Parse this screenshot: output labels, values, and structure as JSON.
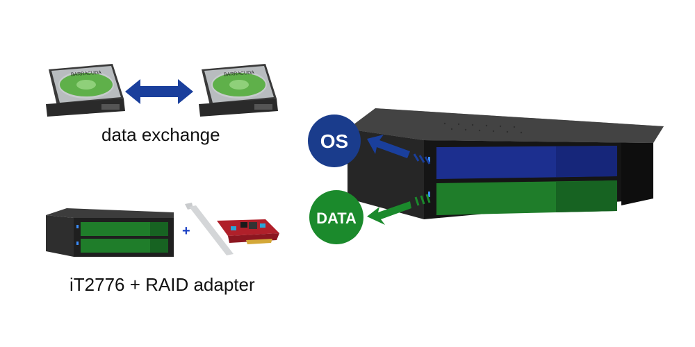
{
  "captions": {
    "data_exchange": "data exchange",
    "adapter_combo": "iT2776 + RAID adapter"
  },
  "plus_sign": "+",
  "badges": {
    "os": "OS",
    "data": "DATA"
  },
  "drive_label": "BARRACUDA",
  "colors": {
    "os_badge": "#1a3c8c",
    "data_badge": "#1b8a2c",
    "exchange_arrow": "#1a3f9c",
    "blue_tray": "#1c2f8f",
    "green_tray": "#1f7d2a",
    "enclosure": "#2a2a2a",
    "pcb": "#b0202a"
  },
  "icons": [
    "hdd-icon",
    "double-arrow-icon",
    "enclosure-icon",
    "raid-card-icon",
    "arrow-icon"
  ]
}
